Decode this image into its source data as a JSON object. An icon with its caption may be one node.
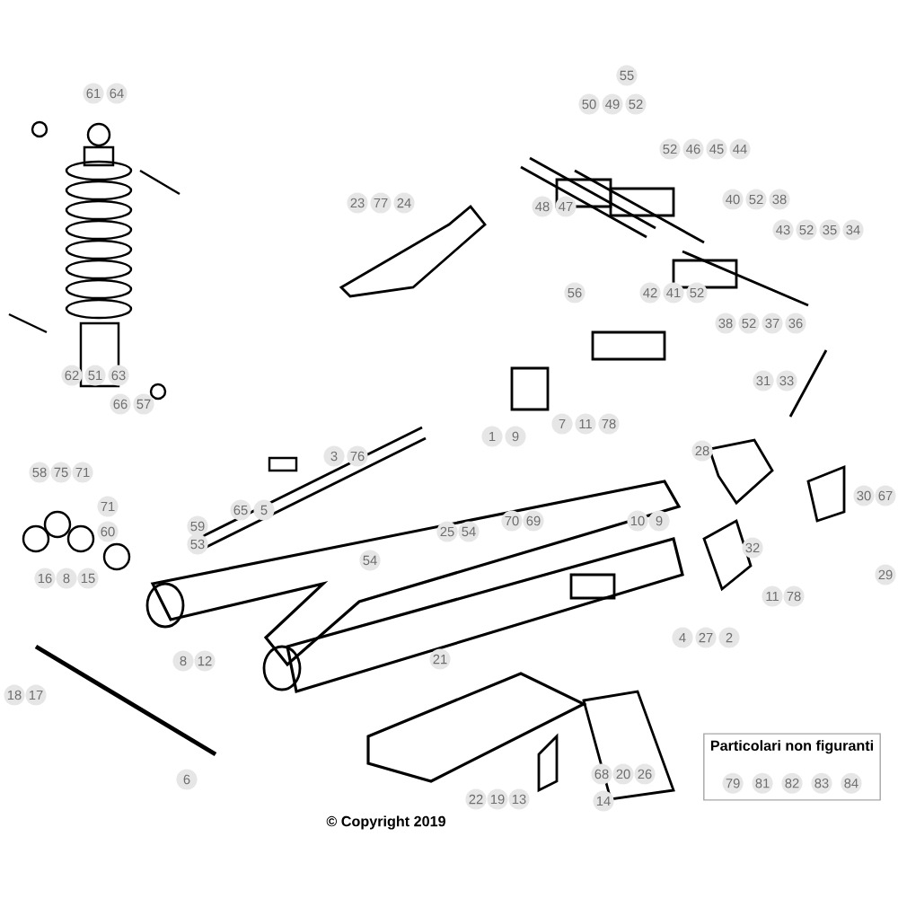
{
  "diagram": {
    "caption": "© Copyright 2019",
    "nodes": [
      {
        "text": [
          "Particolari non figuranti",
          "79",
          "81",
          "82",
          "83",
          "84"
        ]
      }
    ],
    "edges": [],
    "labels": [
      "55",
      "61",
      "64",
      "50",
      "49",
      "52",
      "52",
      "46",
      "45",
      "44",
      "40",
      "52",
      "38",
      "43",
      "52",
      "35",
      "34",
      "23",
      "77",
      "24",
      "48",
      "47",
      "56",
      "42",
      "41",
      "52",
      "38",
      "52",
      "37",
      "36",
      "62",
      "51",
      "63",
      "31",
      "33",
      "66",
      "57",
      "7",
      "11",
      "78",
      "1",
      "9",
      "3",
      "76",
      "28",
      "58",
      "75",
      "71",
      "30",
      "67",
      "71",
      "65",
      "5",
      "70",
      "69",
      "10",
      "9",
      "60",
      "59",
      "25",
      "54",
      "53",
      "32",
      "16",
      "8",
      "15",
      "54",
      "29",
      "11",
      "78",
      "4",
      "27",
      "2",
      "8",
      "12",
      "21",
      "18",
      "17",
      "6",
      "68",
      "20",
      "26",
      "22",
      "19",
      "13",
      "14"
    ]
  }
}
